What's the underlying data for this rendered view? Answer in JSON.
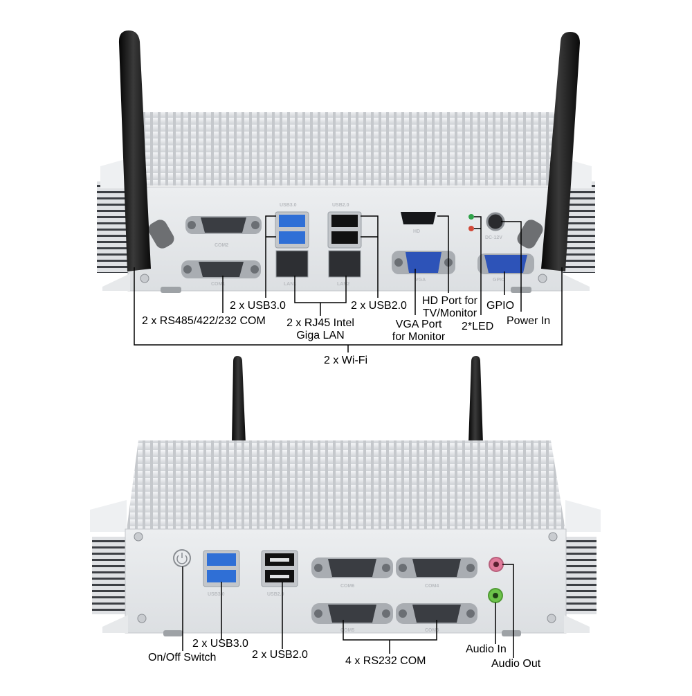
{
  "rear_panel": {
    "port_markings": {
      "com2": "COM2",
      "com1": "COM1",
      "usb30": "USB3.0",
      "usb20": "USB2.0",
      "lan1": "LAN1",
      "lan2": "LAN2",
      "hd": "HD",
      "vga": "VGA",
      "dc": "DC-12V",
      "gpio": "GPIO"
    },
    "callouts": {
      "com": "2 x RS485/422/232 COM",
      "usb30": "2 x USB3.0",
      "usb20": "2 x USB2.0",
      "lan_line1": "2 x RJ45 Intel",
      "lan_line2": "Giga LAN",
      "hd_line1": "HD Port for",
      "hd_line2": "TV/Monitor",
      "vga_line1": "VGA Port",
      "vga_line2": "for Monitor",
      "led": "2*LED",
      "gpio": "GPIO",
      "power": "Power In",
      "wifi": "2 x Wi-Fi"
    }
  },
  "front_panel": {
    "port_markings": {
      "usb30": "USB3.0",
      "usb20": "USB2.0",
      "com6": "COM6",
      "com4": "COM4",
      "com5": "COM5",
      "com3": "COM3"
    },
    "callouts": {
      "switch": "On/Off Switch",
      "usb30": "2 x USB3.0",
      "usb20": "2 x USB2.0",
      "com": "4 x RS232 COM",
      "audio_in": "Audio In",
      "audio_out": "Audio Out"
    }
  },
  "colors": {
    "chassis": "#e3e5e8",
    "antenna": "#1a1a1a",
    "usb3_blue": "#2f6fd6",
    "vga_blue": "#2d53b8",
    "audio_pink": "#e07a9a",
    "audio_green": "#6cc24a"
  }
}
